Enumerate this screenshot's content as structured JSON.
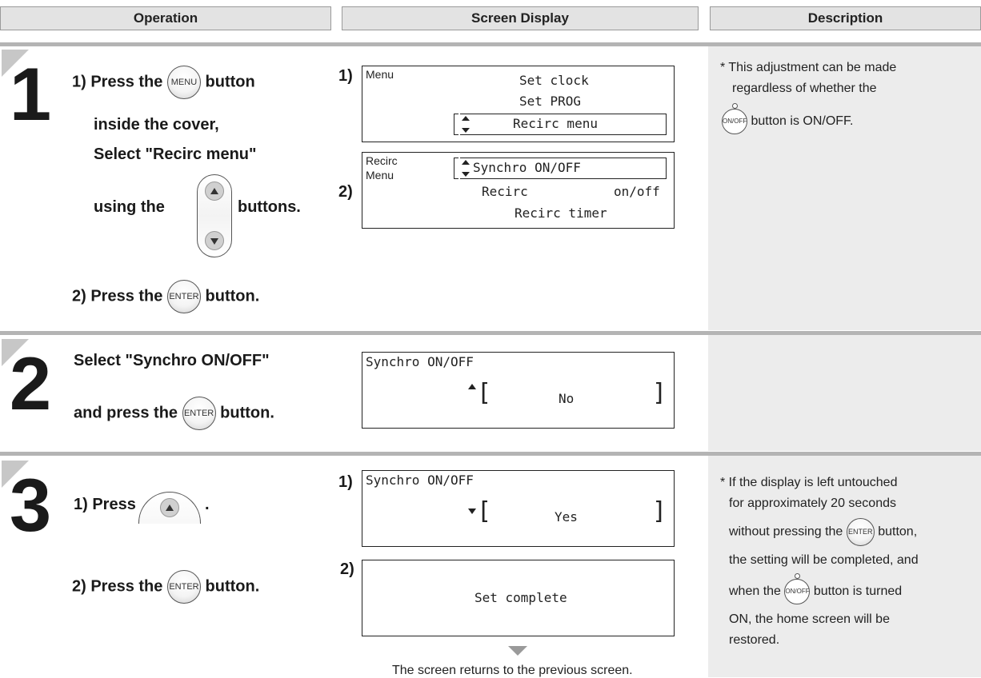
{
  "header": {
    "operation": "Operation",
    "screen_display": "Screen Display",
    "description": "Description"
  },
  "step1": {
    "number": "1",
    "op": {
      "line1_pre": "1) Press the",
      "menu_btn": "MENU",
      "line1_post": "button",
      "line2": "inside the cover,",
      "line3": "Select \"Recirc menu\"",
      "line4_pre": "using the",
      "line4_post": "buttons.",
      "line5_pre": "2) Press the",
      "enter_btn": "ENTER",
      "line5_post": "button."
    },
    "screen1": {
      "label": "1)",
      "title": "Menu",
      "items": [
        "Set clock",
        "Set PROG",
        "Recirc menu"
      ]
    },
    "screen2": {
      "label": "2)",
      "title1": "Recirc",
      "title2": "Menu",
      "item1": "Synchro ON/OFF",
      "item2_a": "Recirc",
      "item2_b": "on/off",
      "item3": "Recirc timer"
    },
    "desc": {
      "line1": "* This adjustment can be made",
      "line2": "regardless of whether the",
      "onoff_btn": "ON/OFF",
      "line3": "button is ON/OFF."
    }
  },
  "step2": {
    "number": "2",
    "op": {
      "line1": "Select \"Synchro ON/OFF\"",
      "line2_pre": "and press the",
      "enter_btn": "ENTER",
      "line2_post": "button."
    },
    "screen": {
      "title": "Synchro ON/OFF",
      "value": "No"
    }
  },
  "step3": {
    "number": "3",
    "op": {
      "line1_pre": "1) Press",
      "line1_post": ".",
      "line2_pre": "2) Press the",
      "enter_btn": "ENTER",
      "line2_post": "button."
    },
    "screen1": {
      "label": "1)",
      "title": "Synchro ON/OFF",
      "value": "Yes"
    },
    "screen2": {
      "label": "2)",
      "text": "Set complete"
    },
    "note": "The screen returns to the previous screen.",
    "desc": {
      "line1": "* If the display is left untouched",
      "line2": "for approximately 20 seconds",
      "line3_pre": "without pressing the",
      "enter_btn": "ENTER",
      "line3_post": "button,",
      "line4": "the setting will be completed, and",
      "line5_pre": "when the",
      "onoff_btn": "ON/OFF",
      "line5_post": "button is turned",
      "line6": "ON, the home screen will be",
      "line7": "restored."
    }
  }
}
